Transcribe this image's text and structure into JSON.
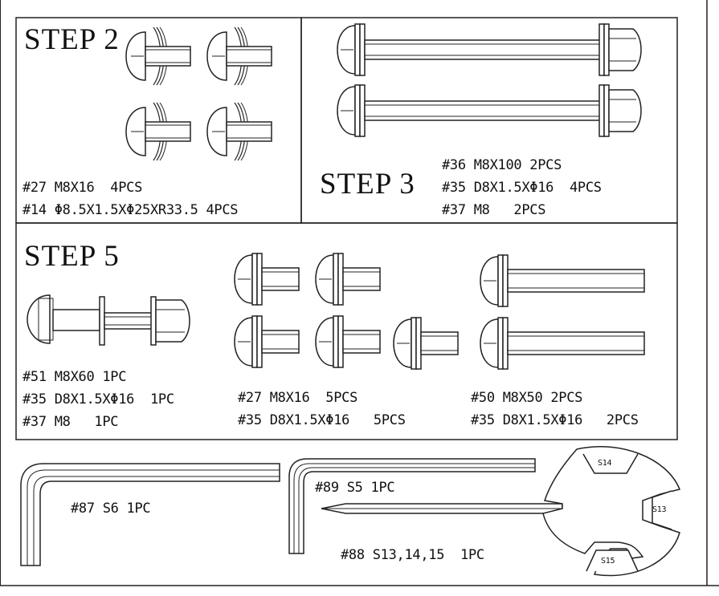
{
  "steps": {
    "step2": {
      "title": "STEP 2",
      "lines": [
        "#27 M8X16  4PCS",
        "#14 Φ8.5X1.5XΦ25XR33.5 4PCS"
      ]
    },
    "step3": {
      "title": "STEP 3",
      "lines": [
        "#36 M8X100 2PCS",
        "#35 D8X1.5XΦ16  4PCS",
        "#37 M8   2PCS"
      ]
    },
    "step5": {
      "title": "STEP 5",
      "group_a": [
        "#51 M8X60 1PC",
        "#35 D8X1.5XΦ16  1PC",
        "#37 M8   1PC"
      ],
      "group_b": [
        "#27 M8X16  5PCS",
        "#35 D8X1.5XΦ16   5PCS"
      ],
      "group_c": [
        "#50 M8X50 2PCS",
        "#35 D8X1.5XΦ16   2PCS"
      ]
    }
  },
  "tools": {
    "hex6": "#87 S6 1PC",
    "hex5": "#89 S5 1PC",
    "wrench": "#88 S13,14,15  1PC",
    "wrench_sizes": [
      "S14",
      "S13",
      "S15"
    ]
  }
}
